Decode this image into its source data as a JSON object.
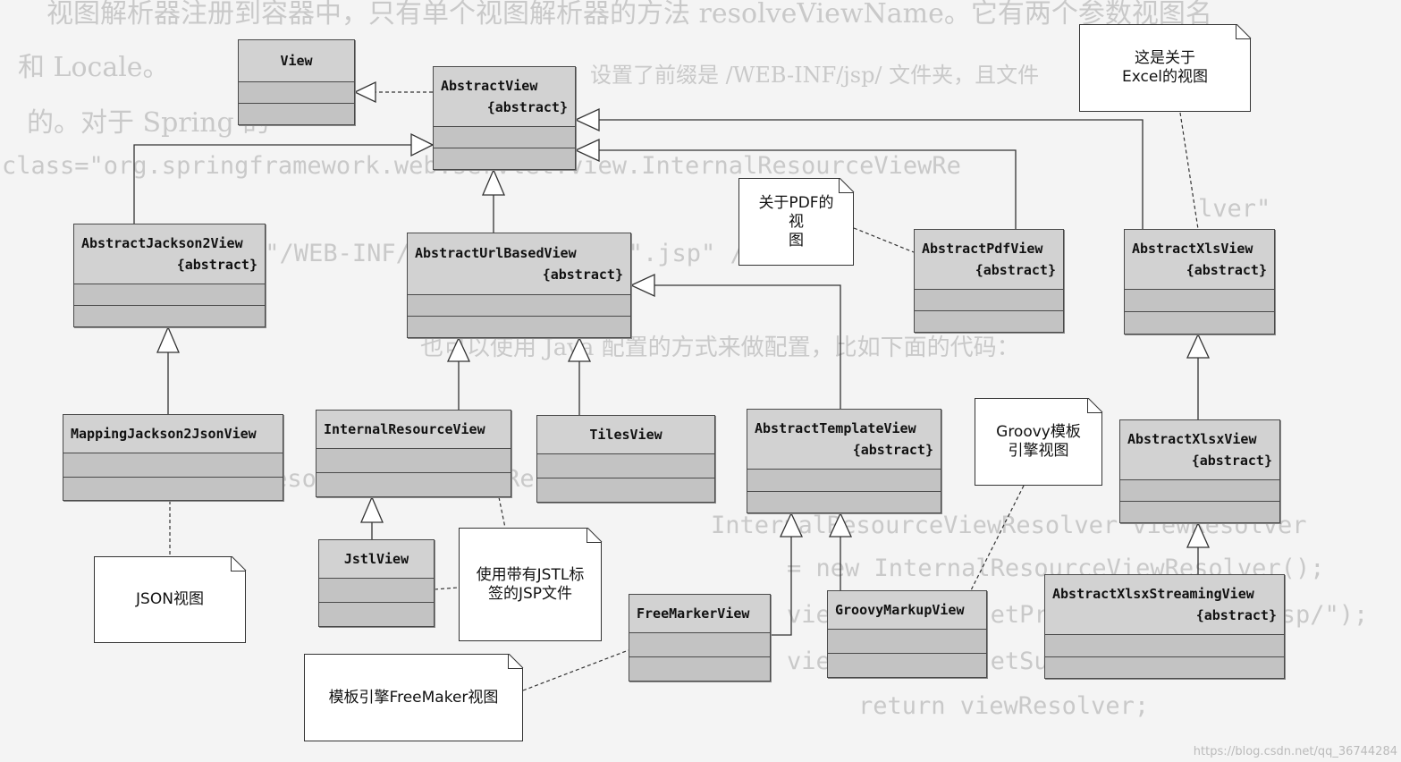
{
  "background_text": [
    {
      "text": "视图解析器注册到容器中，只有单个视图解析器的方法 resolveViewName。它有两个参数视图名",
      "font": "serif"
    },
    {
      "text": "和 Locale。",
      "font": "serif"
    },
    {
      "text": "设置了前缀是 /WEB-INF/jsp/ 文件夹，且文件",
      "font": "serif"
    },
    {
      "text": "的。对于 Spring 的",
      "font": "serif"
    },
    {
      "text": "class=\"org.springframework.web.servlet.view.InternalResourceViewRe",
      "font": "mono"
    },
    {
      "text": "lver\"",
      "font": "mono"
    },
    {
      "text": "p:prefix=\"/WEB-INF/jsp/\" p:suffix=\".jsp\" />",
      "font": "mono"
    },
    {
      "text": "也可以使用 Java 配置的方式来做配置，比如下面的代码：",
      "font": "serif"
    },
    {
      "text": "public ViewResolver initViewResolver() {",
      "font": "mono"
    },
    {
      "text": "InternalResourceViewResolver viewResolver",
      "font": "mono"
    },
    {
      "text": "= new InternalResourceViewResolver();",
      "font": "mono"
    },
    {
      "text": "viewResolver.setPrefix(\"/WEB-INF/jsp/\");",
      "font": "mono"
    },
    {
      "text": "viewResolver.setSuffix(\".jsp\");",
      "font": "mono"
    },
    {
      "text": "return viewResolver;",
      "font": "mono"
    }
  ],
  "classes": {
    "view": {
      "name": "View",
      "stereotype": ""
    },
    "abstract_view": {
      "name": "AbstractView",
      "stereotype": "{abstract}"
    },
    "abstract_jackson2_view": {
      "name": "AbstractJackson2View",
      "stereotype": "{abstract}"
    },
    "abstract_url_based_view": {
      "name": "AbstractUrlBasedView",
      "stereotype": "{abstract}"
    },
    "abstract_pdf_view": {
      "name": "AbstractPdfView",
      "stereotype": "{abstract}"
    },
    "abstract_xls_view": {
      "name": "AbstractXlsView",
      "stereotype": "{abstract}"
    },
    "mapping_jackson2_json_view": {
      "name": "MappingJackson2JsonView",
      "stereotype": ""
    },
    "internal_resource_view": {
      "name": "InternalResourceView",
      "stereotype": ""
    },
    "tiles_view": {
      "name": "TilesView",
      "stereotype": ""
    },
    "abstract_template_view": {
      "name": "AbstractTemplateView",
      "stereotype": "{abstract}"
    },
    "abstract_xlsx_view": {
      "name": "AbstractXlsxView",
      "stereotype": "{abstract}"
    },
    "jstl_view": {
      "name": "JstlView",
      "stereotype": ""
    },
    "free_marker_view": {
      "name": "FreeMarkerView",
      "stereotype": ""
    },
    "groovy_markup_view": {
      "name": "GroovyMarkupView",
      "stereotype": ""
    },
    "abstract_xlsx_streaming_view": {
      "name": "AbstractXlsxStreamingView",
      "stereotype": "{abstract}"
    }
  },
  "notes": {
    "excel": "这是关于\nExcel的视图",
    "pdf": "关于PDF的视\n图",
    "groovy": "Groovy模板\n引擎视图",
    "json": "JSON视图",
    "jstl": "使用带有JSTL标\n签的JSP文件",
    "freemarker": "模板引擎FreeMaker视图"
  },
  "watermark": "https://blog.csdn.net/qq_36744284"
}
